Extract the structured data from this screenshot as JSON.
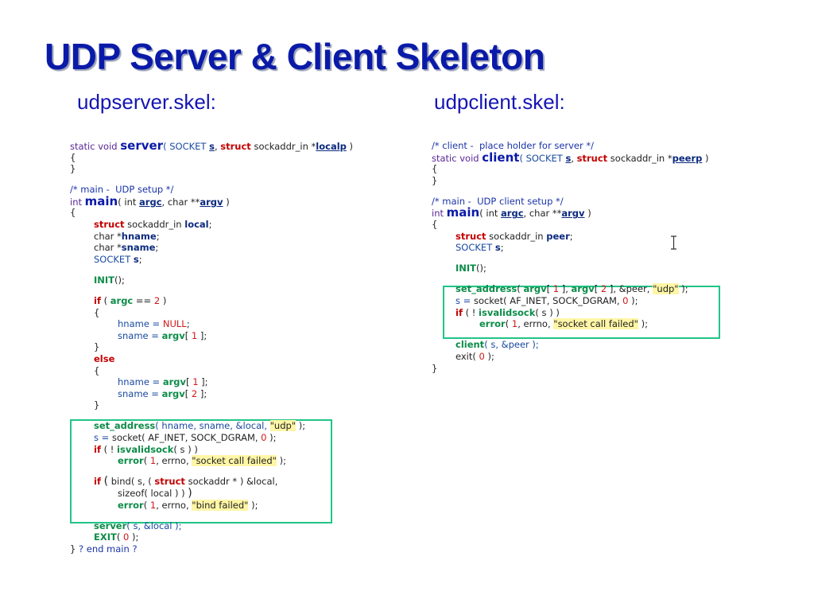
{
  "slide": {
    "title": "UDP Server & Client Skeleton",
    "server_label": "udpserver.skel:",
    "client_label": "udpclient.skel:"
  },
  "server_code": [
    [
      [
        "static void ",
        "kw"
      ],
      [
        "server",
        "big"
      ],
      [
        "( SOCKET ",
        "var"
      ],
      [
        "s",
        "uvar"
      ],
      [
        ", ",
        ""
      ],
      [
        "struct",
        "bkw"
      ],
      [
        " sockaddr_in *",
        ""
      ],
      [
        "localp",
        "uvar"
      ],
      [
        " )",
        ""
      ]
    ],
    [
      [
        "{",
        ""
      ]
    ],
    [
      [
        "}",
        ""
      ]
    ],
    [],
    [
      [
        "/* main -  UDP setup */",
        "cm"
      ]
    ],
    [
      [
        "int ",
        "kw"
      ],
      [
        "main",
        "big"
      ],
      [
        "( int ",
        ""
      ],
      [
        "argc",
        "uvar"
      ],
      [
        ", char **",
        ""
      ],
      [
        "argv",
        "uvar"
      ],
      [
        " )",
        ""
      ]
    ],
    [
      [
        "{",
        ""
      ]
    ],
    [
      [
        "struct",
        "bkw"
      ],
      [
        " sockaddr_in ",
        ""
      ],
      [
        "local",
        "bvar"
      ],
      [
        ";",
        ""
      ]
    ],
    [
      [
        "char *",
        ""
      ],
      [
        "hname",
        "bvar"
      ],
      [
        ";",
        ""
      ]
    ],
    [
      [
        "char *",
        ""
      ],
      [
        "sname",
        "bvar"
      ],
      [
        ";",
        ""
      ]
    ],
    [
      [
        "SOCKET ",
        "var"
      ],
      [
        "s",
        "bvar"
      ],
      [
        ";",
        ""
      ]
    ],
    [],
    [
      [
        "INIT",
        "fn"
      ],
      [
        "();",
        ""
      ]
    ],
    [],
    [
      [
        "if",
        "bkw"
      ],
      [
        " ( ",
        ""
      ],
      [
        "argc",
        "fn"
      ],
      [
        " == ",
        ""
      ],
      [
        "2",
        "num"
      ],
      [
        " )",
        ""
      ]
    ],
    [
      [
        "{",
        ""
      ]
    ],
    [
      [
        "hname = ",
        "var"
      ],
      [
        "NULL",
        "num"
      ],
      [
        ";",
        ""
      ]
    ],
    [
      [
        "sname = ",
        "var"
      ],
      [
        "argv",
        "fn"
      ],
      [
        "[ ",
        ""
      ],
      [
        "1",
        "num"
      ],
      [
        " ];",
        ""
      ]
    ],
    [
      [
        "}",
        ""
      ]
    ],
    [
      [
        "else",
        "bkw"
      ]
    ],
    [
      [
        "{",
        ""
      ]
    ],
    [
      [
        "hname = ",
        "var"
      ],
      [
        "argv",
        "fn"
      ],
      [
        "[ ",
        ""
      ],
      [
        "1",
        "num"
      ],
      [
        " ];",
        ""
      ]
    ],
    [
      [
        "sname = ",
        "var"
      ],
      [
        "argv",
        "fn"
      ],
      [
        "[ ",
        ""
      ],
      [
        "2",
        "num"
      ],
      [
        " ];",
        ""
      ]
    ],
    [
      [
        "}",
        ""
      ]
    ],
    [],
    [
      [
        "set_address",
        "fn"
      ],
      [
        "( hname, sname, &local, ",
        "var"
      ],
      [
        "\"udp\"",
        "str"
      ],
      [
        " );",
        ""
      ]
    ],
    [
      [
        "s = ",
        "var"
      ],
      [
        "socket( AF_INET, SOCK_DGRAM, ",
        ""
      ],
      [
        "0",
        "num"
      ],
      [
        " );",
        ""
      ]
    ],
    [
      [
        "if",
        "bkw"
      ],
      [
        " ( ! ",
        ""
      ],
      [
        "isvalidsock",
        "fn"
      ],
      [
        "( s ) )",
        ""
      ]
    ],
    [
      [
        "error",
        "fn"
      ],
      [
        "( ",
        ""
      ],
      [
        "1",
        "num"
      ],
      [
        ", errno, ",
        ""
      ],
      [
        "\"socket call failed\"",
        "str"
      ],
      [
        " );",
        ""
      ]
    ],
    [],
    [
      [
        "if",
        "bkw"
      ],
      [
        " ",
        ""
      ],
      [
        "(",
        "tall"
      ],
      [
        " bind( s, ( ",
        ""
      ],
      [
        "struct",
        "bkw"
      ],
      [
        " sockaddr * ) &local,",
        ""
      ]
    ],
    [
      [
        "sizeof( local ) ) ",
        ""
      ],
      [
        ")",
        "tall"
      ]
    ],
    [
      [
        "error",
        "fn"
      ],
      [
        "( ",
        ""
      ],
      [
        "1",
        "num"
      ],
      [
        ", errno, ",
        ""
      ],
      [
        "\"bind failed\"",
        "str"
      ],
      [
        " );",
        ""
      ]
    ],
    [],
    [
      [
        "server",
        "fn"
      ],
      [
        "( s, &local );",
        "var"
      ]
    ],
    [
      [
        "EXIT",
        "fn"
      ],
      [
        "( ",
        ""
      ],
      [
        "0",
        "num"
      ],
      [
        " );",
        ""
      ]
    ],
    [
      [
        "}",
        ""
      ],
      [
        " ? end main ?",
        "cm"
      ]
    ]
  ],
  "client_code": [
    [
      [
        "/* client -  place holder for server */",
        "cm"
      ]
    ],
    [
      [
        "static void ",
        "kw"
      ],
      [
        "client",
        "big"
      ],
      [
        "( SOCKET ",
        "var"
      ],
      [
        "s",
        "uvar"
      ],
      [
        ", ",
        ""
      ],
      [
        "struct",
        "bkw"
      ],
      [
        " sockaddr_in *",
        ""
      ],
      [
        "peerp",
        "uvar"
      ],
      [
        " )",
        ""
      ]
    ],
    [
      [
        "{",
        ""
      ]
    ],
    [
      [
        "}",
        ""
      ]
    ],
    [],
    [
      [
        "/* main -  UDP client setup */",
        "cm"
      ]
    ],
    [
      [
        "int ",
        "kw"
      ],
      [
        "main",
        "big"
      ],
      [
        "( int ",
        ""
      ],
      [
        "argc",
        "uvar"
      ],
      [
        ", char **",
        ""
      ],
      [
        "argv",
        "uvar"
      ],
      [
        " )",
        ""
      ]
    ],
    [
      [
        "{",
        ""
      ]
    ],
    [
      [
        "struct",
        "bkw"
      ],
      [
        " sockaddr_in ",
        ""
      ],
      [
        "peer",
        "bvar"
      ],
      [
        ";",
        ""
      ]
    ],
    [
      [
        "SOCKET ",
        "var"
      ],
      [
        "s",
        "bvar"
      ],
      [
        ";",
        ""
      ]
    ],
    [],
    [
      [
        "INIT",
        "fn"
      ],
      [
        "();",
        ""
      ]
    ],
    [],
    [
      [
        "set_address",
        "fn"
      ],
      [
        "( ",
        ""
      ],
      [
        "argv",
        "fn"
      ],
      [
        "[ ",
        ""
      ],
      [
        "1",
        "num"
      ],
      [
        " ], ",
        ""
      ],
      [
        "argv",
        "fn"
      ],
      [
        "[ ",
        ""
      ],
      [
        "2",
        "num"
      ],
      [
        " ], &peer, ",
        ""
      ],
      [
        "\"udp\"",
        "str"
      ],
      [
        " );",
        ""
      ]
    ],
    [
      [
        "s = ",
        "var"
      ],
      [
        "socket( AF_INET, SOCK_DGRAM, ",
        ""
      ],
      [
        "0",
        "num"
      ],
      [
        " );",
        ""
      ]
    ],
    [
      [
        "if",
        "bkw"
      ],
      [
        " ( ! ",
        ""
      ],
      [
        "isvalidsock",
        "fn"
      ],
      [
        "( s ) )",
        ""
      ]
    ],
    [
      [
        "error",
        "fn"
      ],
      [
        "( ",
        ""
      ],
      [
        "1",
        "num"
      ],
      [
        ", errno, ",
        ""
      ],
      [
        "\"socket call failed\"",
        "str"
      ],
      [
        " );",
        ""
      ]
    ],
    [],
    [
      [
        "client",
        "fn"
      ],
      [
        "( s, &peer );",
        "var"
      ]
    ],
    [
      [
        "exit( ",
        ""
      ],
      [
        "0",
        "num"
      ],
      [
        " );",
        ""
      ]
    ],
    [
      [
        "}",
        ""
      ]
    ]
  ]
}
